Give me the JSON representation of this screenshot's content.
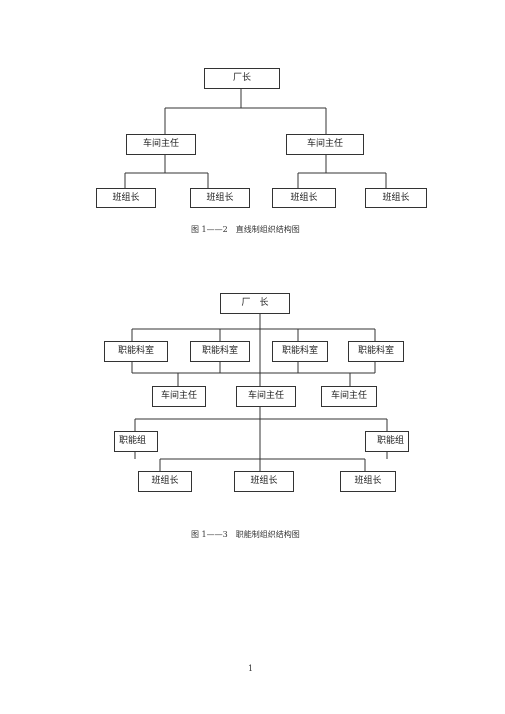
{
  "chart1": {
    "factory_director": "厂长",
    "workshop_heads": [
      "车间主任",
      "车间主任"
    ],
    "team_leaders": [
      "班组长",
      "班组长",
      "班组长",
      "班组长"
    ],
    "caption": "图 1——2　直线制组织结构图"
  },
  "chart2": {
    "factory_director": "厂　长",
    "functional_offices": [
      "职能科室",
      "职能科室",
      "职能科室",
      "职能科室"
    ],
    "workshop_heads": [
      "车间主任",
      "车间主任",
      "车间主任"
    ],
    "functional_groups": [
      "职能组",
      "职能组"
    ],
    "team_leaders": [
      "班组长",
      "班组长",
      "班组长"
    ],
    "caption": "图 1——3　职能制组织结构图"
  },
  "page_number": "1"
}
